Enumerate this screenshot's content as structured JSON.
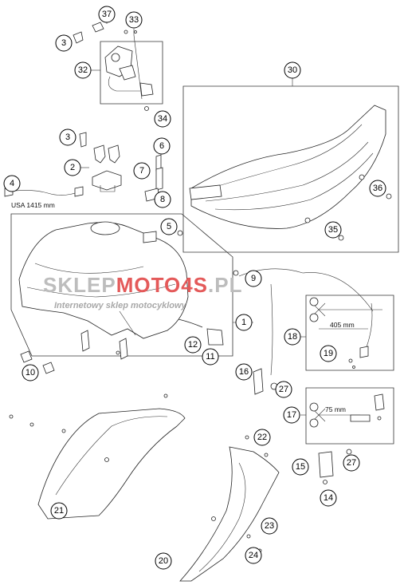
{
  "callouts": {
    "c1": "1",
    "c2": "2",
    "c3a": "3",
    "c3b": "3",
    "c4": "4",
    "c5": "5",
    "c6": "6",
    "c7": "7",
    "c8": "8",
    "c9": "9",
    "c10": "10",
    "c11": "11",
    "c12": "12",
    "c14": "14",
    "c15": "15",
    "c16": "16",
    "c17": "17",
    "c18": "18",
    "c19": "19",
    "c20": "20",
    "c21": "21",
    "c22": "22",
    "c23": "23",
    "c24": "24",
    "c27a": "27",
    "c27b": "27",
    "c30": "30",
    "c32": "32",
    "c33": "33",
    "c34": "34",
    "c35": "35",
    "c36": "36",
    "c37": "37"
  },
  "labels": {
    "usa_hose": "USA 1415 mm",
    "hose_405": "405 mm",
    "hose_75": "75 mm"
  },
  "watermark": {
    "brand_a": "SKLEP",
    "brand_b": "MOTO",
    "brand_c": "4S",
    "brand_d": ".PL",
    "tagline": "Internetowy sklep motocyklowy",
    "color_gray": "#bdbdbd",
    "color_red": "#e45a5a"
  }
}
